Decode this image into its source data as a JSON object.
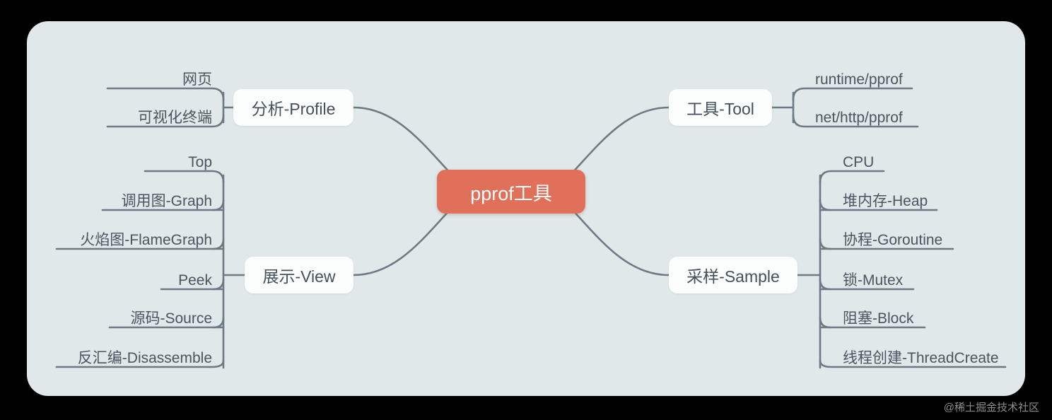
{
  "meta": {
    "watermark": "@稀土掘金技术社区",
    "canvas_color": "#e0e8ea",
    "root_color": "#e0705a",
    "node_color": "#fbfcfc",
    "line_color": "#6d7a84",
    "text_color": "#4b5560"
  },
  "mindmap": {
    "root": {
      "label": "pprof工具"
    },
    "branches": [
      {
        "id": "profile",
        "label": "分析-Profile",
        "side": "left",
        "children": [
          {
            "label": "网页"
          },
          {
            "label": "可视化终端"
          }
        ]
      },
      {
        "id": "view",
        "label": "展示-View",
        "side": "left",
        "children": [
          {
            "label": "Top"
          },
          {
            "label": "调用图-Graph"
          },
          {
            "label": "火焰图-FlameGraph"
          },
          {
            "label": "Peek"
          },
          {
            "label": "源码-Source"
          },
          {
            "label": "反汇编-Disassemble"
          }
        ]
      },
      {
        "id": "tool",
        "label": "工具-Tool",
        "side": "right",
        "children": [
          {
            "label": "runtime/pprof"
          },
          {
            "label": "net/http/pprof"
          }
        ]
      },
      {
        "id": "sample",
        "label": "采样-Sample",
        "side": "right",
        "children": [
          {
            "label": "CPU"
          },
          {
            "label": "堆内存-Heap"
          },
          {
            "label": "协程-Goroutine"
          },
          {
            "label": "锁-Mutex"
          },
          {
            "label": "阻塞-Block"
          },
          {
            "label": "线程创建-ThreadCreate"
          }
        ]
      }
    ]
  }
}
